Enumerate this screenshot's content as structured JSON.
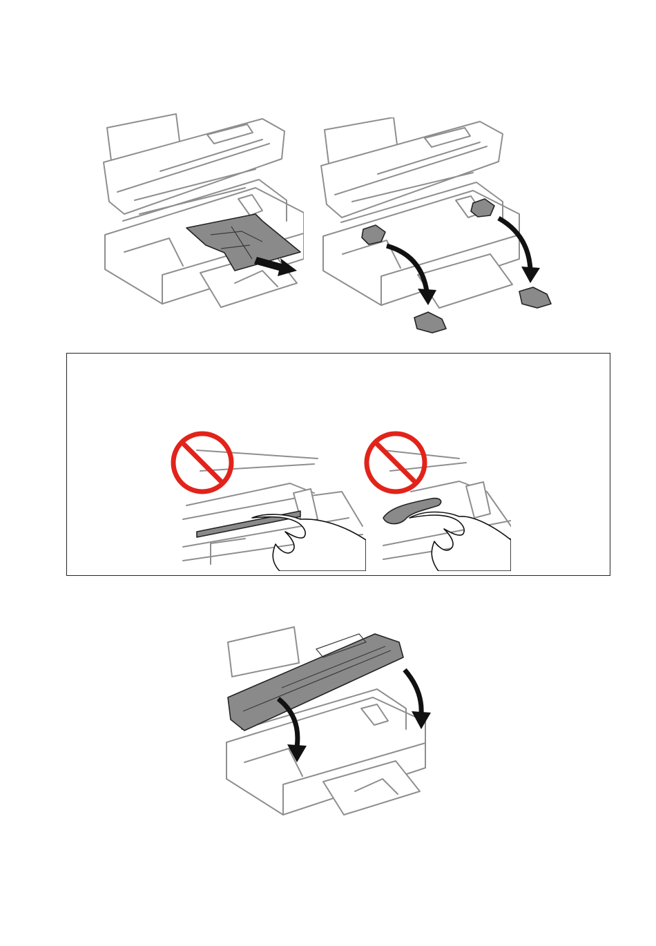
{
  "page": {
    "background": "#ffffff"
  },
  "figures": [
    {
      "id": "remove-jammed-paper",
      "icon": "printer-illustration"
    },
    {
      "id": "remove-torn-pieces",
      "icon": "printer-illustration"
    },
    {
      "id": "do-not-touch-translucent-film",
      "icon": "prohibited-sign"
    },
    {
      "id": "do-not-touch-flat-cable",
      "icon": "prohibited-sign"
    },
    {
      "id": "close-scanner-unit",
      "icon": "printer-illustration"
    }
  ],
  "colors": {
    "outline": "#8e8e8e",
    "highlight": "#8a8a8a",
    "ink": "#111111",
    "prohibit": "#e2231a",
    "box_border": "#222222"
  }
}
